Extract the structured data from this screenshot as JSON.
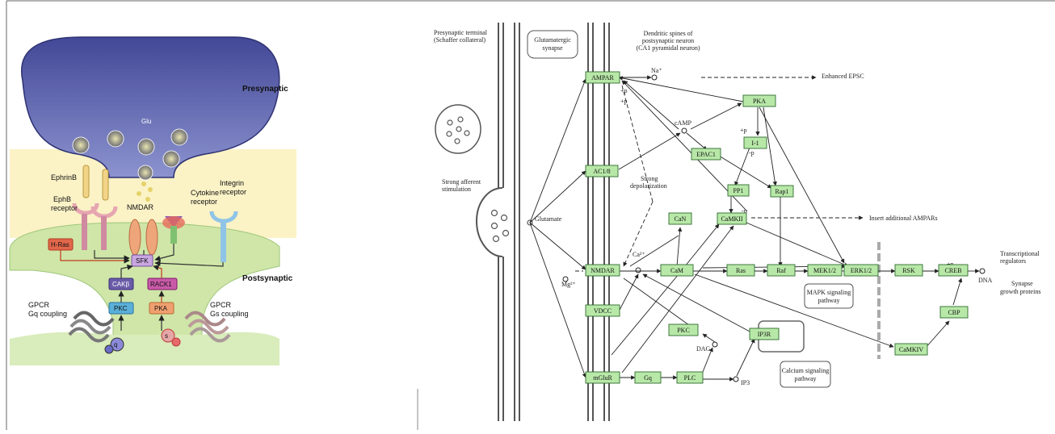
{
  "colors": {
    "presynaptic_fill": "#5b62a8",
    "postsynaptic_fill": "#cfe6a8",
    "cleft_fill": "#fbf2c6",
    "gene_box_fill": "#b8e8a8",
    "gene_box_stroke": "#2e6b2e",
    "hras": "#e2674a",
    "sfk": "#c8a6e0",
    "cakb": "#6a5ca8",
    "pkc_left": "#5ab0d8",
    "rack1": "#c85aa8",
    "pka_left": "#f0a070"
  },
  "left": {
    "presynaptic": "Presynaptic",
    "postsynaptic": "Postsynaptic",
    "glu": "Glu",
    "ephrinb": "EphrinB",
    "ephb_1": "EphB",
    "ephb_2": "receptor",
    "nmdar": "NMDAR",
    "cytokine_1": "Cytokine",
    "cytokine_2": "receptor",
    "integrin_1": "Integrin",
    "integrin_2": "receptor",
    "hras": "H-Ras",
    "sfk": "SFK",
    "cakb": "CAKβ",
    "rack1": "RACK1",
    "pkc": "PKC",
    "pka": "PKA",
    "gpcr_q_1": "GPCR",
    "gpcr_q_2": "Gq coupling",
    "gpcr_s_1": "GPCR",
    "gpcr_s_2": "Gs coupling",
    "gq": "q",
    "gs": "s"
  },
  "right": {
    "presyn_term_1": "Presynaptic terminal",
    "presyn_term_2": "(Schaffer collateral)",
    "glut_syn_1": "Glutamatergic",
    "glut_syn_2": "synapse",
    "dendritic_1": "Dendritic spines of",
    "dendritic_2": "postsynaptic neuron",
    "dendritic_3": "(CA1 pyramidal neuron)",
    "na": "Na⁺",
    "enhanced_epsc": "Enhanced EPSC",
    "strong_aff_1": "Strong afferent",
    "strong_aff_2": "stimulation",
    "glutamate": "Glutamate",
    "camp": "cAMP",
    "strong_dep_1": "Strong",
    "strong_dep_2": "depolarization",
    "insert_ampa": "Insert additional AMPARs",
    "ca": "Ca²⁺",
    "mg": "Mg²⁺",
    "dag": "DAG",
    "ip3": "IP3",
    "p1": "+p",
    "p2": "+p",
    "p3": "-p",
    "p4": "-p",
    "p5": "+p",
    "p6": "+p",
    "mapk_1": "MAPK signaling",
    "mapk_2": "pathway",
    "calcium_1": "Calcium signaling",
    "calcium_2": "pathway",
    "trans_1": "Transcriptional",
    "trans_2": "regulators",
    "dna": "DNA",
    "synapse_1": "Synapse",
    "synapse_2": "growth proteins",
    "boxes": {
      "ampar": "AMPAR",
      "pka": "PKA",
      "i1": "I-1",
      "epac": "EPAC1",
      "ac18": "AC1/8",
      "pp1": "PP1",
      "rap1": "Rap1",
      "can": "CaN",
      "camkii": "CaMKII",
      "nmdar": "NMDAR",
      "cam": "CaM",
      "ras": "Ras",
      "raf": "Raf",
      "mek": "MEK1/2",
      "erk": "ERK1/2",
      "rsk": "RSK",
      "creb": "CREB",
      "vdcc": "VDCC",
      "pkc": "PKC",
      "ip3r": "IP3R",
      "cbp": "CBP",
      "camkiv": "CaMKIV",
      "mglur": "mGluR",
      "gq": "Gq",
      "plc": "PLC"
    }
  }
}
